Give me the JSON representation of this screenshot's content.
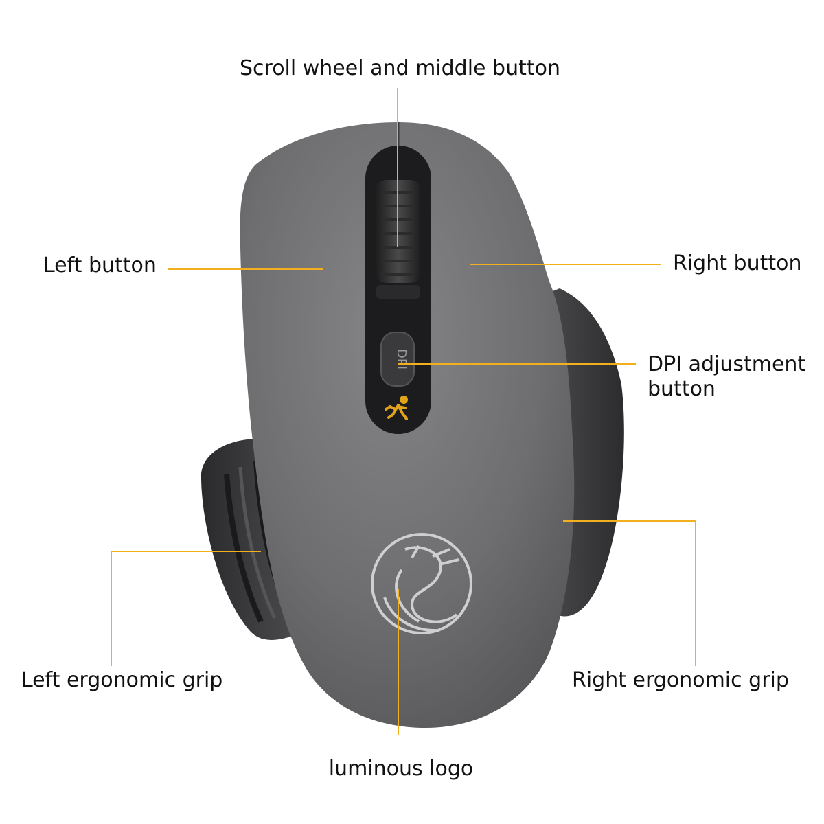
{
  "labels": {
    "scroll_wheel": "Scroll wheel and middle button",
    "left_button": "Left button",
    "right_button": "Right button",
    "dpi_button": "DPI adjustment button",
    "left_grip": "Left ergonomic grip",
    "right_grip": "Right ergonomic grip",
    "logo": "luminous logo"
  },
  "colors": {
    "leader_line": "#f2b01e",
    "mouse_body": "#6e6e70",
    "grip": "#3a3a3c",
    "panel": "#1c1c1e",
    "runner_icon": "#e0a31a"
  }
}
